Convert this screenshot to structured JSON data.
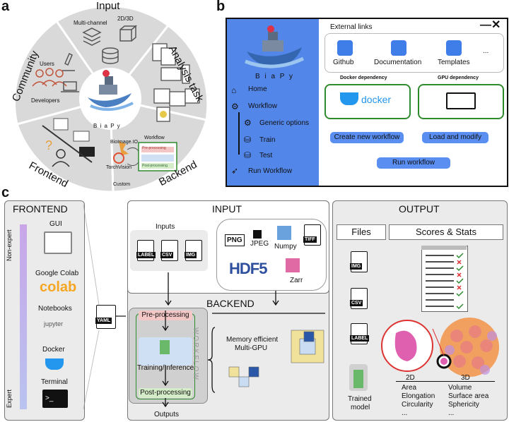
{
  "panel_a": {
    "letter": "a",
    "center_label": "B i a P y",
    "sectors": {
      "input": "Input",
      "analysis": "Analysis task",
      "backend": "Backend",
      "frontend": "Frontend",
      "community": "Community"
    },
    "input_items": {
      "multichannel": "Multi-channel",
      "dims": "2D/3D"
    },
    "community_items": {
      "users": "Users",
      "developers": "Developers"
    },
    "backend_items": {
      "bioimage": "BioImage.IO",
      "torchvision": "TorchVision",
      "custom": "Custom",
      "workflow": "Workflow",
      "pre": "Pre-processing",
      "post": "Post-processing"
    },
    "frontend_items": {
      "question": "?"
    }
  },
  "panel_b": {
    "letter": "b",
    "app_name": "B i a P y",
    "nav": {
      "home": "Home",
      "workflow": "Workflow",
      "generic": "Generic options",
      "train": "Train",
      "test": "Test",
      "run": "Run Workflow"
    },
    "external_links_title": "External links",
    "close_glyph": "—✕",
    "links": [
      {
        "label": "Github"
      },
      {
        "label": "Documentation"
      },
      {
        "label": "Templates"
      },
      {
        "label": "..."
      }
    ],
    "docker_title": "Docker dependency",
    "docker_logo": "docker",
    "gpu_title": "GPU dependency",
    "buttons": {
      "create": "Create new workflow",
      "load": "Load and modify",
      "run": "Run workflow"
    }
  },
  "panel_c": {
    "letter": "c",
    "frontend": {
      "title": "FRONTEND",
      "nonexpert": "Non-expert",
      "expert": "Expert",
      "items": [
        "GUI",
        "Google Colab",
        "Notebooks",
        "Docker",
        "Terminal"
      ],
      "colab_logo": "colab",
      "jupyter_logo": "jupyter"
    },
    "yaml": "YAML",
    "input": {
      "title": "INPUT",
      "inputs_label": "Inputs",
      "doc_tags": [
        "LABEL",
        "CSV",
        "IMG"
      ],
      "formats": {
        "png": "PNG",
        "jpeg": "JPEG",
        "numpy": "Numpy",
        "tiff": "TIFF",
        "hdf5": "HDF5",
        "zarr": "Zarr"
      }
    },
    "backend": {
      "title": "BACKEND",
      "workflow_label": "WORKFLOW",
      "steps": [
        "Pre-processing",
        "Training/Inference",
        "Post-processing"
      ],
      "outputs": "Outputs",
      "memory": [
        "Memory efficient",
        "Multi-GPU"
      ]
    },
    "output": {
      "title": "OUTPUT",
      "tabs": [
        "Files",
        "Scores & Stats"
      ],
      "doc_tags": [
        "IMG",
        "CSV",
        "LABEL"
      ],
      "trained_model": [
        "Trained",
        "model"
      ],
      "stats_2d_title": "2D",
      "stats_2d": [
        "Area",
        "Elongation",
        "Circularity",
        "..."
      ],
      "stats_3d_title": "3D",
      "stats_3d": [
        "Volume",
        "Surface area",
        "Sphericity",
        "..."
      ]
    }
  },
  "colors": {
    "sector_grey": "#d9d9d9",
    "bp_blue": "#5286e8",
    "button_blue": "#5a8ef0",
    "box_green": "#2f8a2f",
    "pre_fill": "#f4c7c7",
    "train_fill": "#cfe0f4",
    "post_fill": "#d4ecc7",
    "expert_bar_top": "#c8a6e8",
    "expert_bar_bottom": "#b9c3f0"
  }
}
